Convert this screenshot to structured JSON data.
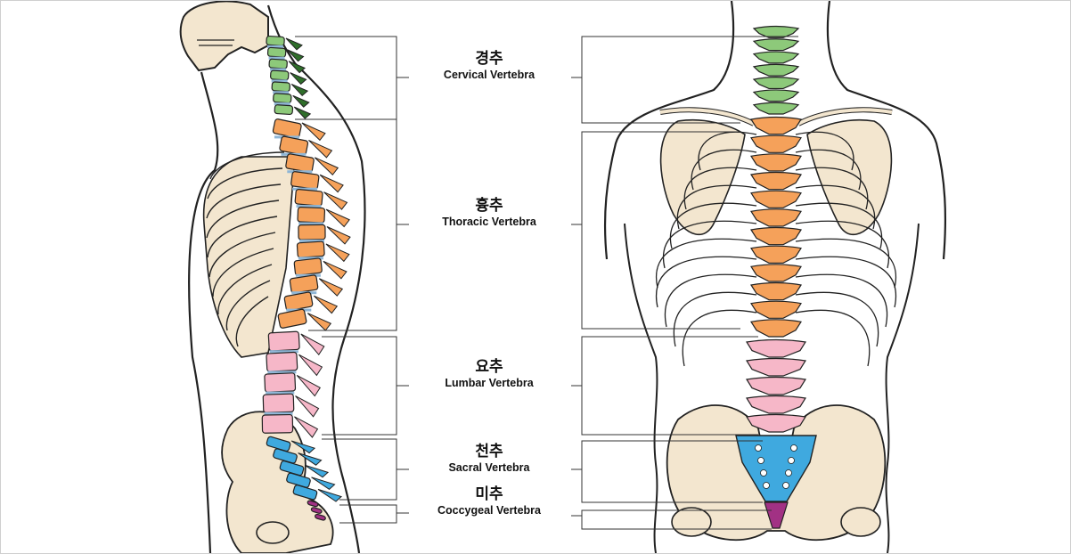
{
  "labels": [
    {
      "id": "cervical",
      "ko": "경추",
      "en": "Cervical Vertebra"
    },
    {
      "id": "thoracic",
      "ko": "흉추",
      "en": "Thoracic Vertebra"
    },
    {
      "id": "lumbar",
      "ko": "요추",
      "en": "Lumbar Vertebra"
    },
    {
      "id": "sacral",
      "ko": "천추",
      "en": "Sacral Vertebra"
    },
    {
      "id": "coccygeal",
      "ko": "미추",
      "en": "Coccygeal Vertebra"
    }
  ],
  "colors": {
    "cervical": "#8dc97a",
    "cervical_dark": "#2f6e2a",
    "thoracic": "#f5a15a",
    "lumbar": "#f6b7c8",
    "sacral": "#3fa9df",
    "coccygeal": "#a23184",
    "bone": "#f3e6cf",
    "outline": "#222222",
    "disc": "#8fb6d6"
  }
}
